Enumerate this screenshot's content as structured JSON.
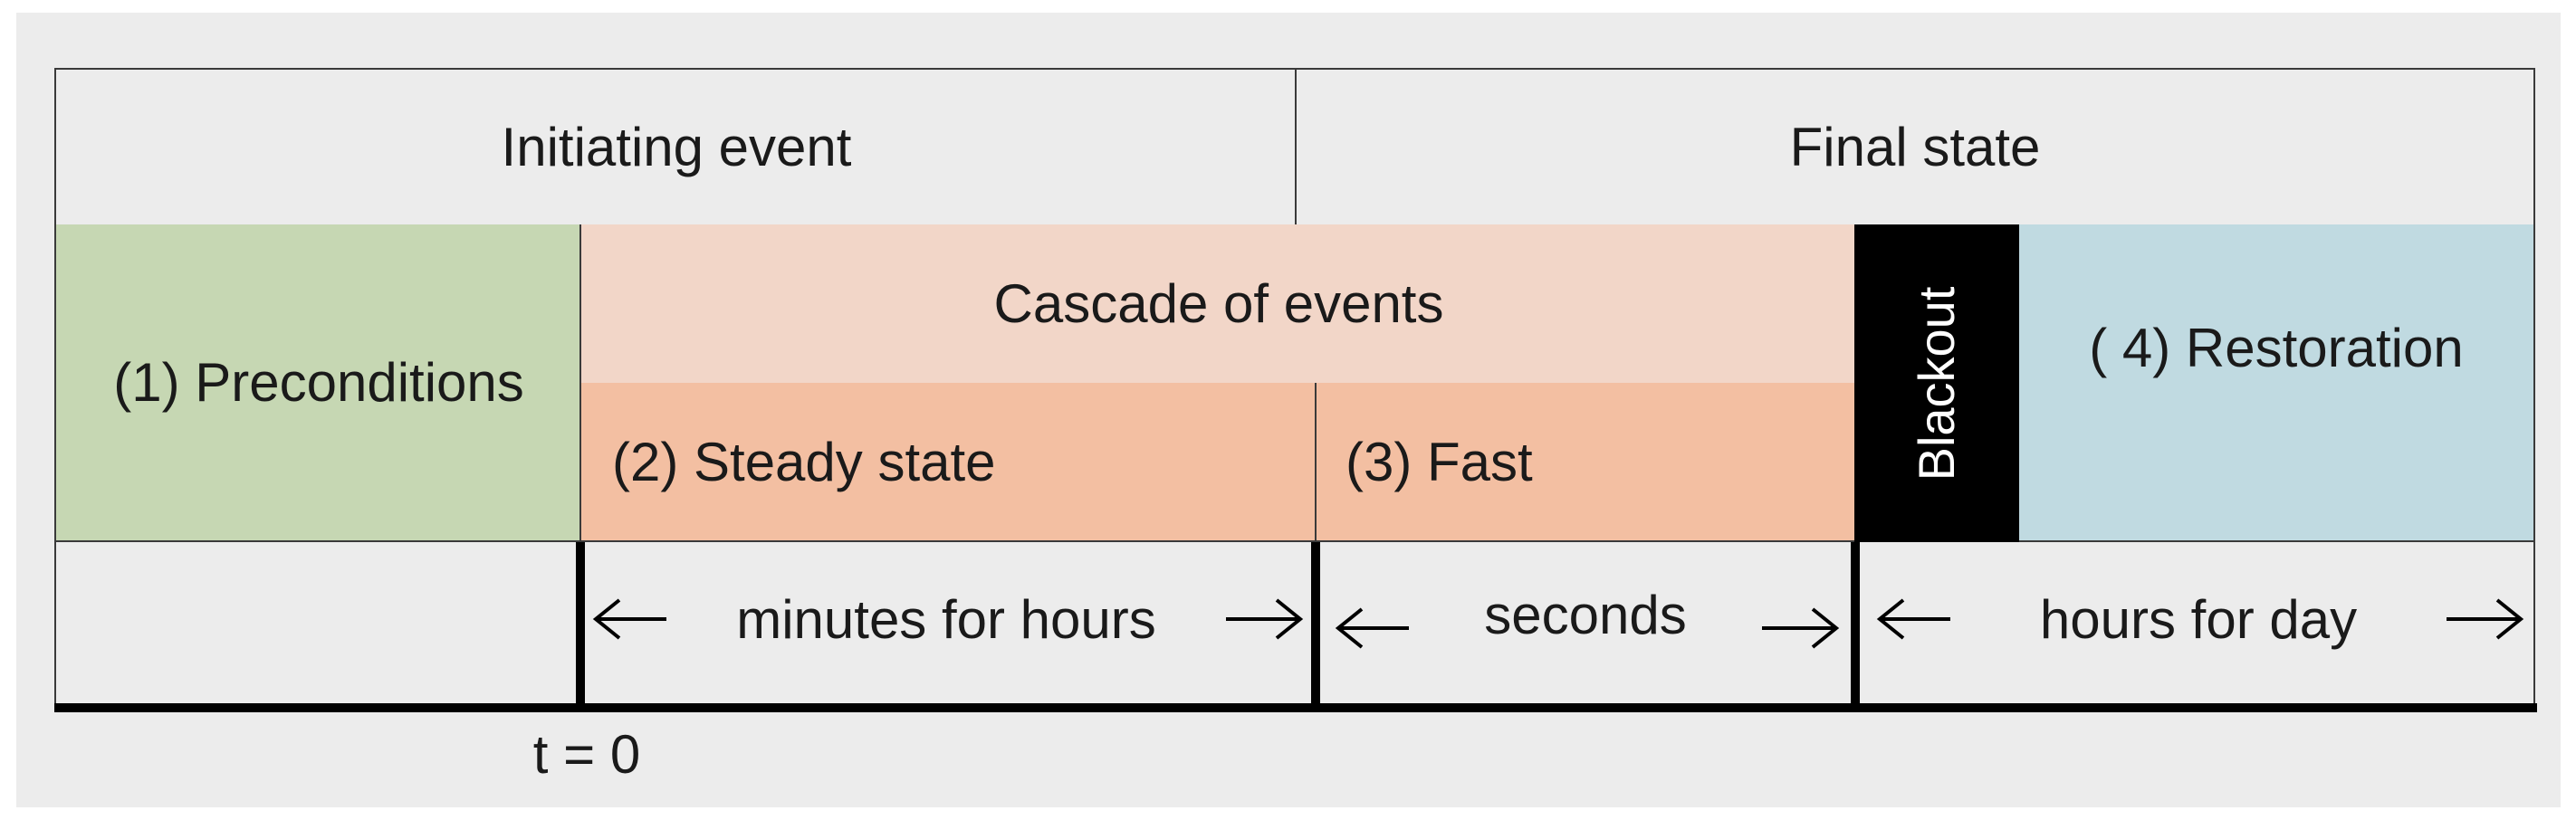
{
  "header": {
    "initiating_event": "Initiating event",
    "final_state": "Final state"
  },
  "phases": {
    "preconditions": "(1) Preconditions",
    "cascade": "Cascade of events",
    "steady_state": "(2) Steady state",
    "fast": "(3) Fast",
    "blackout": "Blackout",
    "restoration": "( 4) Restoration"
  },
  "timeline": {
    "span_minutes": "minutes for hours",
    "span_seconds": "seconds",
    "span_hours": "hours for day",
    "t_zero": "t = 0"
  },
  "colors": {
    "preconditions": "#c6d7b3",
    "cascade": "#f2d6c8",
    "steady_fast": "#f3bfa2",
    "blackout": "#000000",
    "restoration": "#c0dae1",
    "background": "#ececec"
  }
}
